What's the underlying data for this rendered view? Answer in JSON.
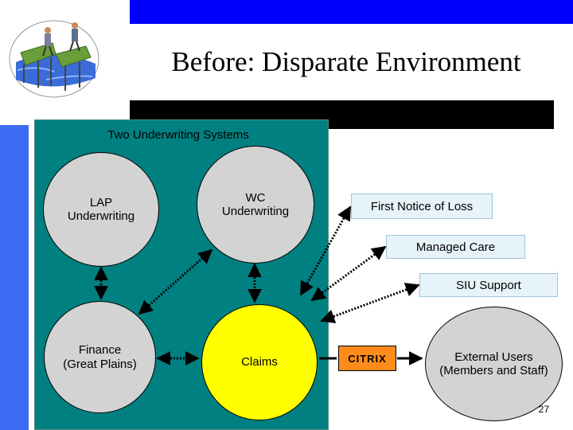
{
  "slide": {
    "title": "Before: Disparate Environment",
    "page_number": "27"
  },
  "colors": {
    "top_bar": "#0000ff",
    "title_bar": "#000000",
    "left_stripe": "#3b6cf2",
    "panel": "#008080",
    "node_grey": "#d3d3d3",
    "node_yellow": "#ffff00",
    "label_box": "#e6f3f8",
    "citrix": "#ff8c1a"
  },
  "logo": {
    "icon": "people-on-bridges-icon"
  },
  "panel": {
    "title": "Two Underwriting Systems"
  },
  "nodes": {
    "lap": "LAP\nUnderwriting",
    "wc": "WC\nUnderwriting",
    "finance": "Finance\n(Great Plains)",
    "claims": "Claims",
    "external": "External Users\n(Members and Staff)"
  },
  "boxes": {
    "first_notice": "First Notice of  Loss",
    "managed_care": "Managed Care",
    "siu": "SIU Support",
    "citrix": "CITRIX"
  }
}
